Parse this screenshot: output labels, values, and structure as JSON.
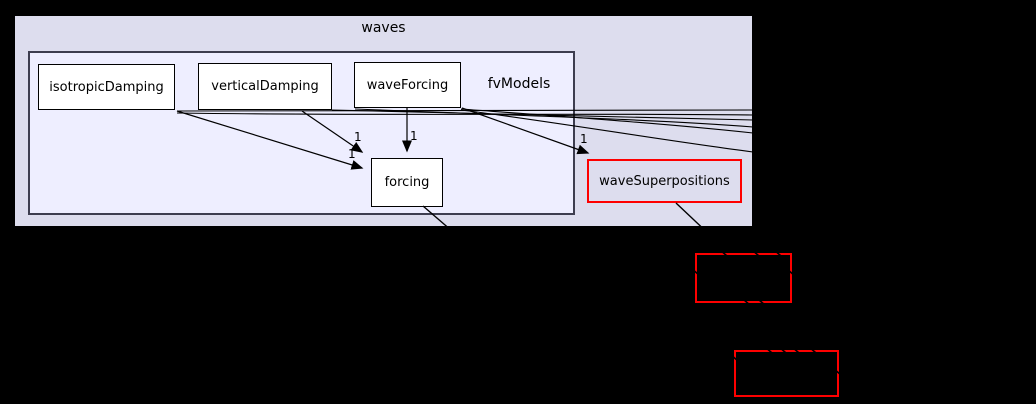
{
  "diagram": {
    "clusters": {
      "outer": {
        "label": "waves"
      },
      "inner": {
        "label": "fvModels"
      }
    },
    "nodes": {
      "isotropicDamping": {
        "label": "isotropicDamping"
      },
      "verticalDamping": {
        "label": "verticalDamping"
      },
      "waveForcing": {
        "label": "waveForcing"
      },
      "forcing": {
        "label": "forcing"
      },
      "waveSuperpositions": {
        "label": "waveSuperpositions"
      }
    },
    "edges": {
      "verticalDamping_to_forcing": {
        "label": "1"
      },
      "isotropicDamping_to_forcing": {
        "label": "1"
      },
      "waveForcing_to_forcing": {
        "label": "1"
      },
      "waveForcing_to_waveSuperpositions": {
        "label": "1"
      }
    },
    "colors": {
      "background": "#000000",
      "cluster_outer_fill": "#ddddee",
      "cluster_inner_fill": "#eeeeff",
      "cluster_inner_border": "#3d3d4f",
      "node_fill": "#ffffff",
      "node_border": "#000000",
      "truncated_node_border": "#fe0000",
      "edge_color": "#000000",
      "text_color": "#000000"
    }
  }
}
